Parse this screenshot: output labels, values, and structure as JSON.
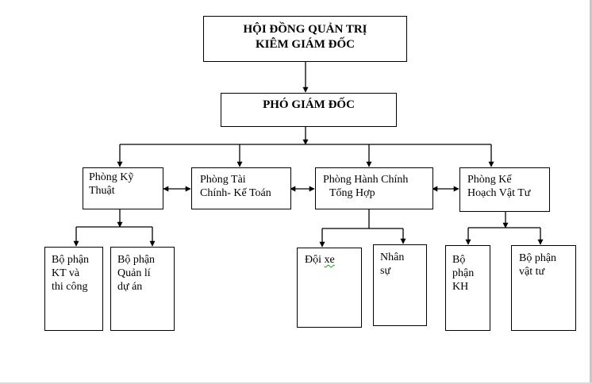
{
  "board": {
    "line1": "HỘI ĐỒNG QUẢN TRỊ",
    "line2": "KIÊM GIÁM ĐỐC"
  },
  "deputy": {
    "label": "PHÓ GIÁM ĐỐC"
  },
  "departments": {
    "technical": {
      "line1": "Phòng Kỹ",
      "line2": "Thuật"
    },
    "finance": {
      "line1": "Phòng Tài",
      "line2": "Chính- Kế Toán"
    },
    "admin": {
      "line1": "Phòng Hành Chính",
      "line2": "Tổng  Hợp"
    },
    "planning": {
      "line1": "Phòng Kế",
      "line2": "Hoạch Vật Tư"
    }
  },
  "units": {
    "kt_construction": {
      "line1": "Bộ phận",
      "line2": "KT và",
      "line3": "thi công"
    },
    "project_mgmt": {
      "line1": "Bộ phận",
      "line2": "Quản lí",
      "line3": "dự án"
    },
    "vehicle_team": {
      "line1": "Đội xe"
    },
    "hr": {
      "line1": "Nhân",
      "line2": "sự"
    },
    "kh": {
      "line1": "Bộ",
      "line2": "phận",
      "line3": "KH"
    },
    "materials": {
      "line1": "Bộ phận",
      "line2": "vật tư"
    }
  },
  "colors": {
    "line": "#000000",
    "spellcheck": "#2e8b2e"
  }
}
